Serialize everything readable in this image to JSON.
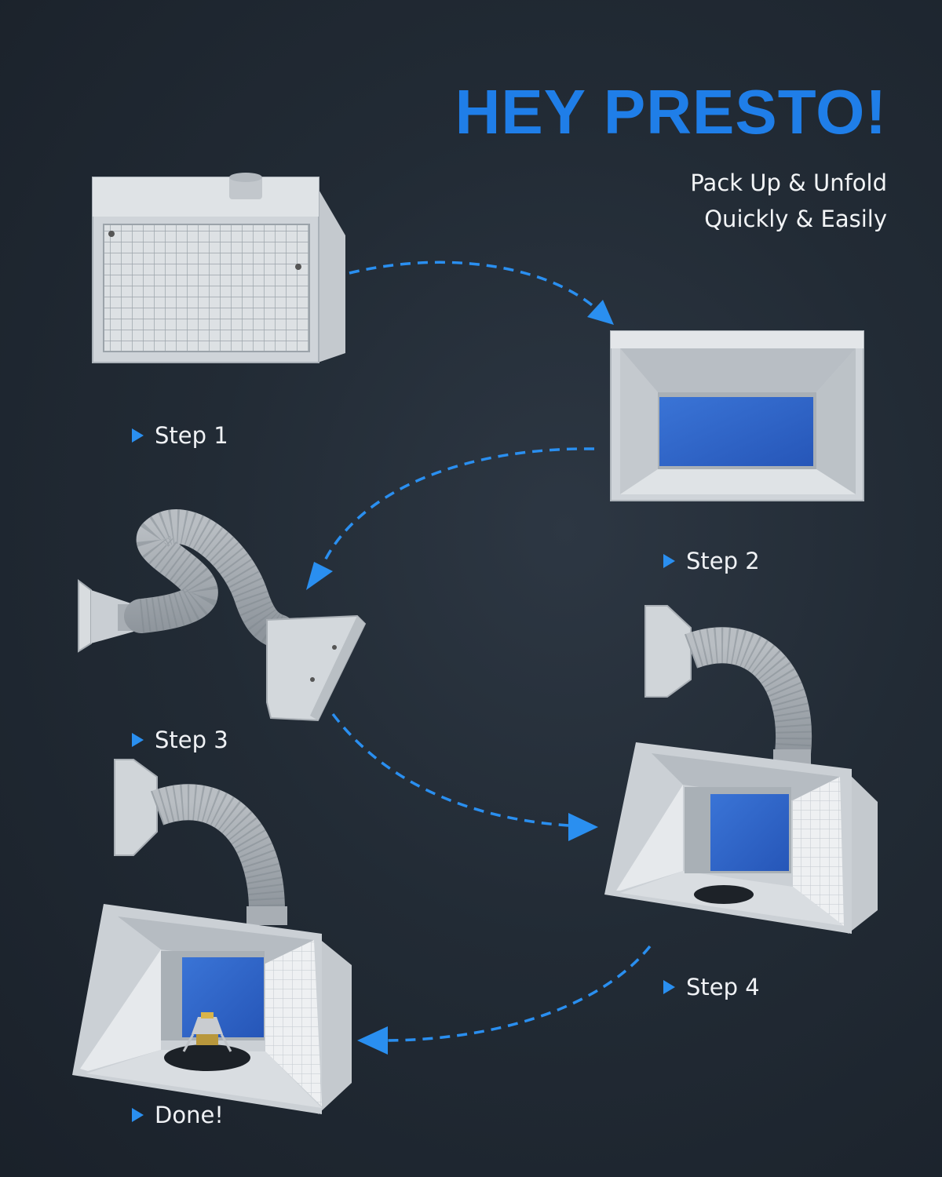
{
  "headline": "HEY PRESTO!",
  "subheadline": [
    "Pack Up & Unfold",
    "Quickly & Easily"
  ],
  "steps": [
    "Step 1",
    "Step 2",
    "Step 3",
    "Step 4",
    "Done!"
  ],
  "colors": {
    "background": "#222b35",
    "accent": "#1f7ee8",
    "arrow": "#2a8ff0",
    "booth_body": "#d4d8dc",
    "filter": "#2f63c9"
  },
  "icons": [
    "triangle-right-icon",
    "dashed-arrow-icon"
  ]
}
